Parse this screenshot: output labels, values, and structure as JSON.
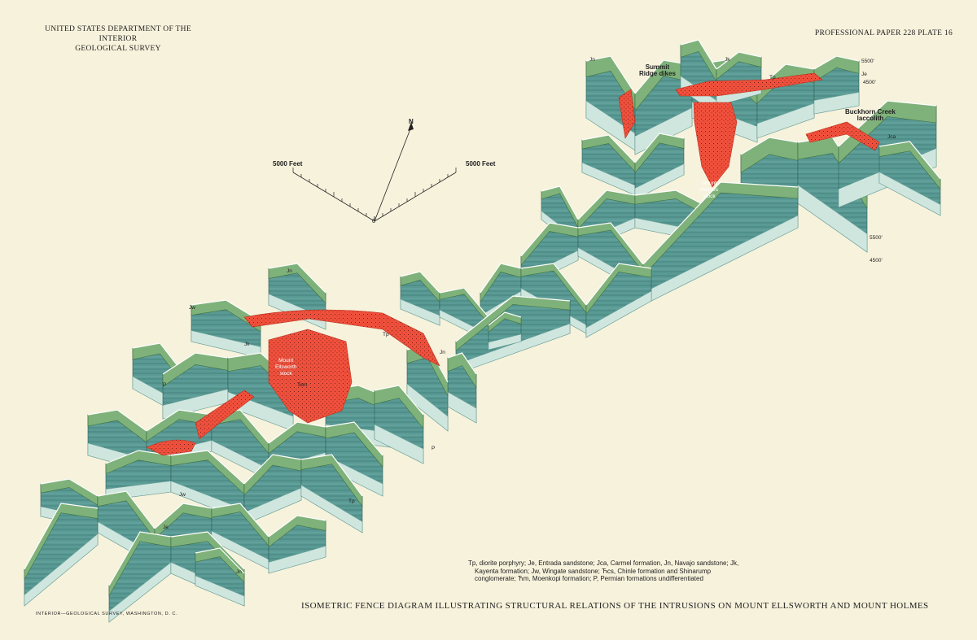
{
  "header": {
    "left_line1": "UNITED STATES DEPARTMENT OF THE INTERIOR",
    "left_line2": "GEOLOGICAL SURVEY",
    "right": "PROFESSIONAL PAPER 228 PLATE 16"
  },
  "scale": {
    "north": "N",
    "left_label": "5000 Feet",
    "right_label": "5000 Feet",
    "origin": "0"
  },
  "labels": {
    "summit_ridge": [
      "Summit",
      "Ridge dikes"
    ],
    "buckhorn": [
      "Buckhorn Creek",
      "laccolith"
    ],
    "mount_holmes": [
      "Mount",
      "Holmes",
      "stock"
    ],
    "mount_ellsworth": [
      "Mount",
      "Ellsworth",
      "stock"
    ],
    "elev_5500_top": "5500'",
    "elev_4500_top": "4500'",
    "elev_5500_bot": "5500'",
    "elev_4500_bot": "4500'",
    "formation_tags": [
      "Jn",
      "Jk",
      "Tp",
      "Je",
      "Jca",
      "Jw",
      "P",
      "Tp",
      "Jn",
      "Tem",
      "P",
      "Jn",
      "Jk",
      "Tp",
      "Jn",
      "Je",
      "Jw"
    ]
  },
  "legend": "Tp, diorite porphyry; Je, Entrada sandstone; Jca, Carmel formation, Jn, Navajo sandstone; Jk, Kayenta formation; Jw, Wingate sandstone; Ћcs, Chinle formation and Shinarump conglomerate; Ћm, Moenkopi formation; P, Permian formations undifferentiated",
  "title": "ISOMETRIC FENCE DIAGRAM ILLUSTRATING STRUCTURAL RELATIONS OF THE INTRUSIONS ON MOUNT ELLSWORTH AND MOUNT HOLMES",
  "imprint": "INTERIOR—GEOLOGICAL SURVEY, WASHINGTON, D. C.",
  "colors": {
    "paper": "#f7f2dc",
    "green": "#7fb27a",
    "teal": "#4e8f8b",
    "pale": "#cfe6de",
    "gray": "#9a9a92",
    "intrusion": "#f0503c"
  }
}
